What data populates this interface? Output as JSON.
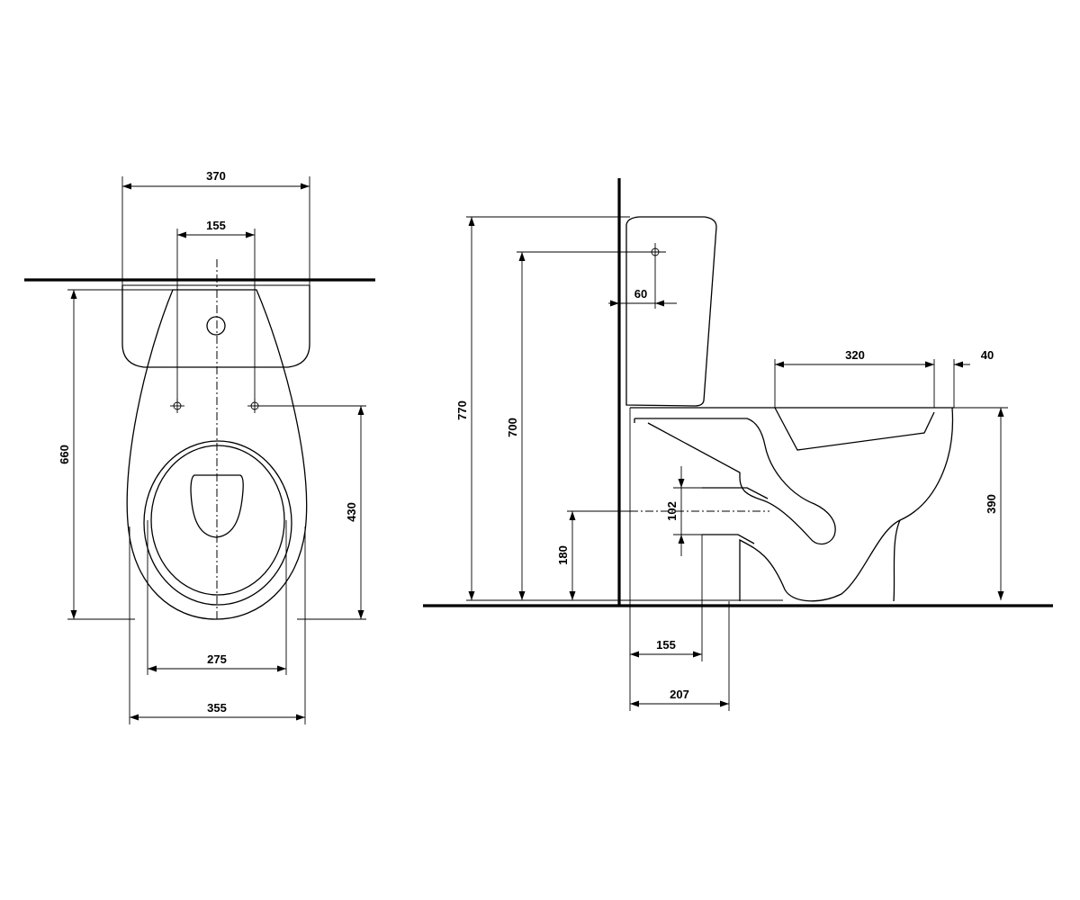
{
  "front_view": {
    "dim_tank_width": "370",
    "dim_hole_spacing": "155",
    "dim_depth": "660",
    "dim_hole_to_front": "430",
    "dim_seat_width": "275",
    "dim_base_width": "355"
  },
  "side_view": {
    "dim_total_height": "770",
    "dim_inlet_height": "700",
    "dim_inlet_offset": "60",
    "dim_seat_length": "320",
    "dim_rim_edge": "40",
    "dim_rim_height": "390",
    "dim_outlet_diameter": "102",
    "dim_outlet_height": "180",
    "dim_outlet_from_wall": "155",
    "dim_base_from_wall": "207"
  }
}
